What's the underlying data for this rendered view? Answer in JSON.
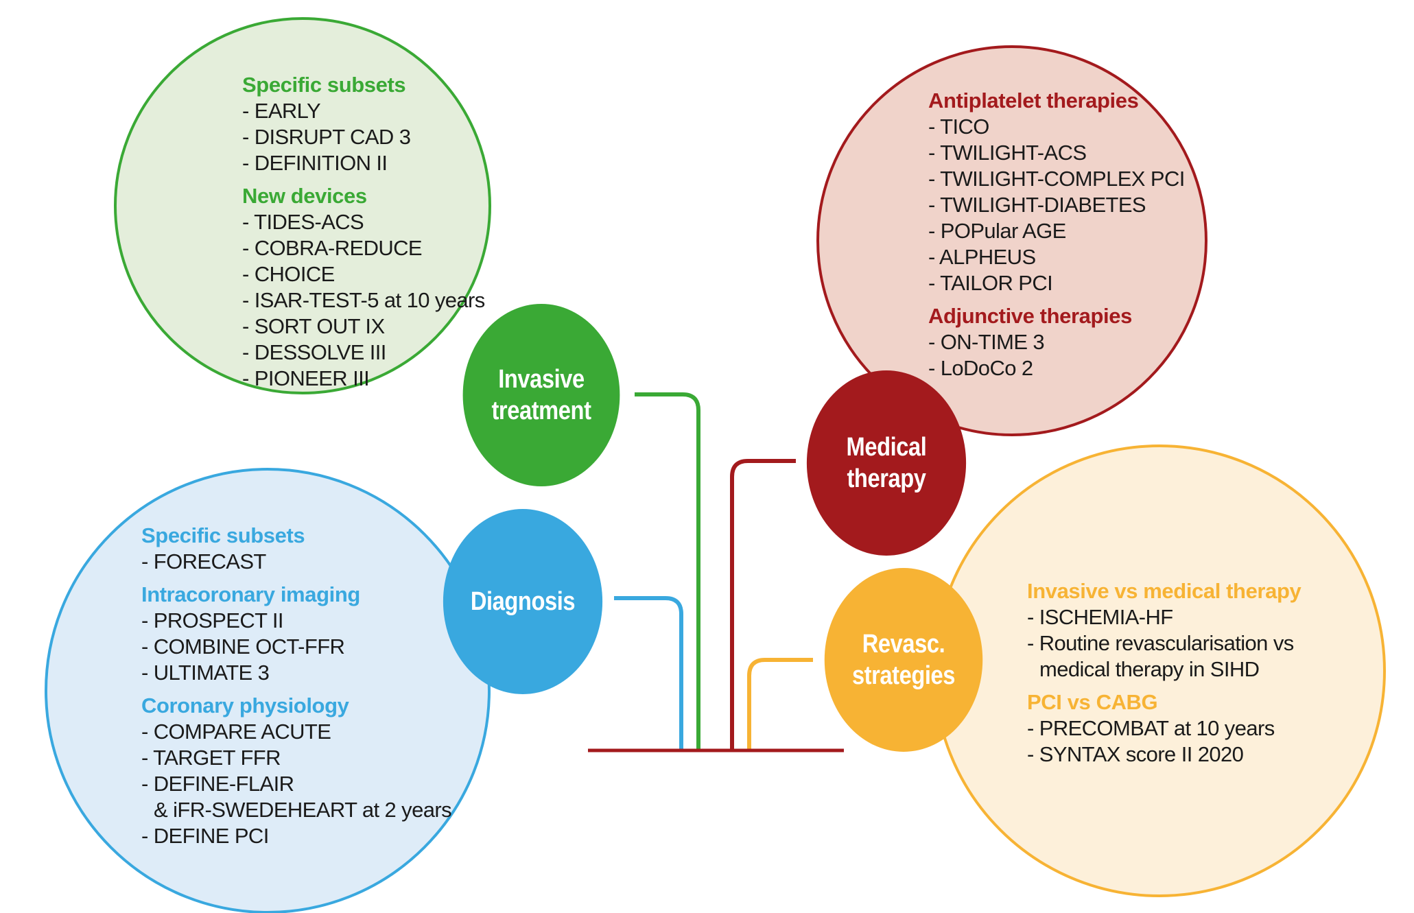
{
  "colors": {
    "green": "#3aa935",
    "green_light": "#e4eedb",
    "blue": "#39a8df",
    "blue_light": "#deecf8",
    "red": "#a31a1d",
    "red_light": "#f0d3ca",
    "yellow": "#f7b334",
    "yellow_light": "#fdf0da"
  },
  "invasive": {
    "hub_label": "Invasive\ntreatment",
    "groups": [
      {
        "heading": "Specific subsets",
        "items": [
          "- EARLY",
          "- DISRUPT CAD 3",
          "- DEFINITION II"
        ]
      },
      {
        "heading": "New devices",
        "items": [
          "- TIDES-ACS",
          "- COBRA-REDUCE",
          "- CHOICE",
          "- ISAR-TEST-5 at 10 years",
          "- SORT OUT IX",
          "- DESSOLVE III",
          "- PIONEER III"
        ]
      }
    ]
  },
  "diagnosis": {
    "hub_label": "Diagnosis",
    "groups": [
      {
        "heading": "Specific subsets",
        "items": [
          "- FORECAST"
        ]
      },
      {
        "heading": "Intracoronary imaging",
        "items": [
          "- PROSPECT II",
          "- COMBINE OCT-FFR",
          "- ULTIMATE 3"
        ]
      },
      {
        "heading": "Coronary physiology",
        "items": [
          "- COMPARE ACUTE",
          "- TARGET FFR",
          "- DEFINE-FLAIR",
          "& iFR-SWEDEHEART at 2 years",
          "- DEFINE PCI"
        ]
      }
    ]
  },
  "medical": {
    "hub_label": "Medical\ntherapy",
    "groups": [
      {
        "heading": "Antiplatelet therapies",
        "items": [
          "- TICO",
          "- TWILIGHT-ACS",
          "- TWILIGHT-COMPLEX PCI",
          "- TWILIGHT-DIABETES",
          "- POPular AGE",
          "- ALPHEUS",
          "- TAILOR PCI"
        ]
      },
      {
        "heading": "Adjunctive therapies",
        "items": [
          "- ON-TIME 3",
          "- LoDoCo 2"
        ]
      }
    ]
  },
  "revasc": {
    "hub_label": "Revasc.\nstrategies",
    "groups": [
      {
        "heading": "Invasive vs medical therapy",
        "items": [
          "- ISCHEMIA-HF",
          "- Routine revascularisation vs",
          "medical therapy in SIHD"
        ]
      },
      {
        "heading": "PCI vs CABG",
        "items": [
          "- PRECOMBAT at 10 years",
          "- SYNTAX score II 2020"
        ]
      }
    ]
  }
}
